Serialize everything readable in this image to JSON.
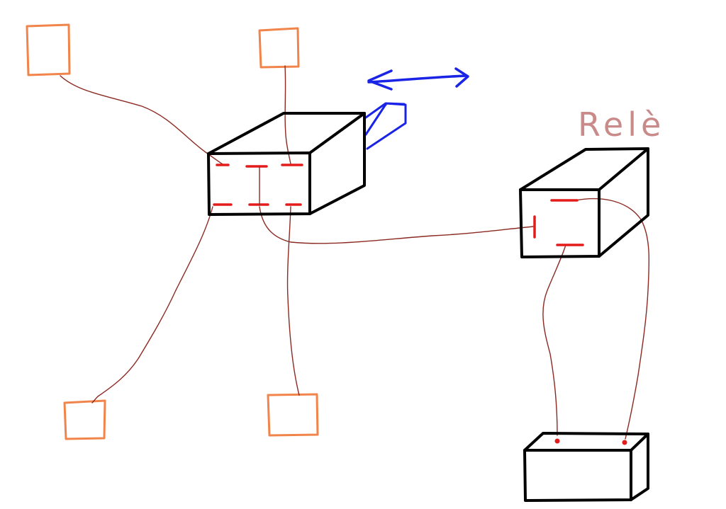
{
  "diagram": {
    "relay_label": "Relè",
    "colors": {
      "background": "#ffffff",
      "outline": "#000000",
      "terminal": "#e31b1b",
      "wire": "#8b2a22",
      "sensor": "#f0844a",
      "switch": "#1a24e6",
      "label": "#c98a8a"
    },
    "components": [
      {
        "name": "switch-box",
        "kind": "3d-box-with-contacts"
      },
      {
        "name": "switch-lever",
        "kind": "blue-lever"
      },
      {
        "name": "motion-arrow",
        "kind": "double-headed-arrow"
      },
      {
        "name": "relay-box",
        "kind": "3d-box-with-contacts"
      },
      {
        "name": "power-supply",
        "kind": "3d-box-with-terminals"
      },
      {
        "name": "sensor-top-left",
        "kind": "square"
      },
      {
        "name": "sensor-top-middle",
        "kind": "square"
      },
      {
        "name": "sensor-bottom-left",
        "kind": "square"
      },
      {
        "name": "sensor-bottom-middle",
        "kind": "square"
      }
    ]
  }
}
